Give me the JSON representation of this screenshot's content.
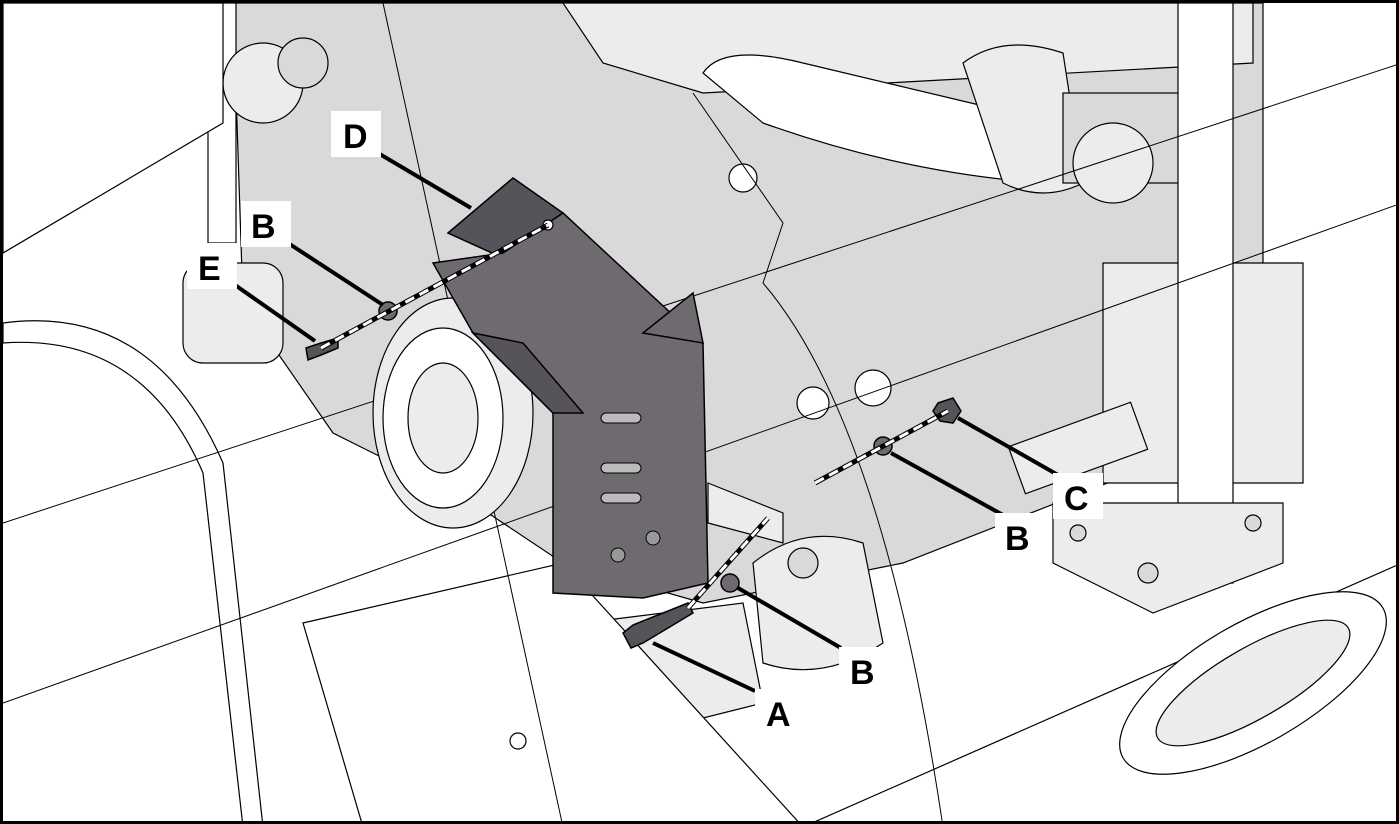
{
  "callouts": [
    {
      "letter": "D"
    },
    {
      "letter": "B"
    },
    {
      "letter": "E"
    },
    {
      "letter": "B"
    },
    {
      "letter": "C"
    },
    {
      "letter": "B"
    },
    {
      "letter": "A"
    }
  ],
  "colors": {
    "bracket": "#6e6a70",
    "engine": "#d9d9d9",
    "line": "#000000"
  }
}
